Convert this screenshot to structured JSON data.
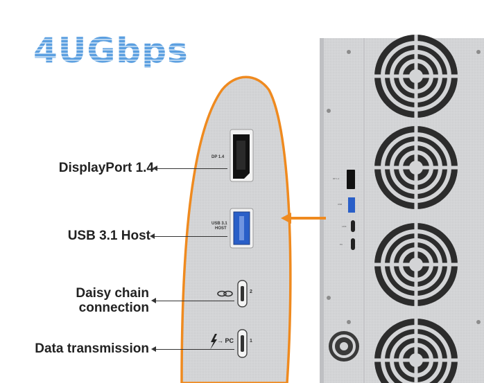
{
  "logo": {
    "text": "4UGbps"
  },
  "ports": [
    {
      "label": "DisplayPort 1.4",
      "engraving": "DP 1.4"
    },
    {
      "label": "USB 3.1 Host",
      "engraving_line1": "USB 3.1",
      "engraving_line2": "HOST"
    },
    {
      "label_line1": "Daisy chain",
      "label_line2": "connection",
      "engraving_number": "2"
    },
    {
      "label": "Data transmission",
      "engraving": "→ PC",
      "engraving_number": "1"
    }
  ],
  "panel": {
    "small_labels": [
      "DP 1.4",
      "USB",
      "LINK",
      "PC"
    ]
  },
  "colors": {
    "accent_orange": "#ef8a1f",
    "logo_blue": "#5b9fe0",
    "usb_blue": "#2a5fc8",
    "panel_gray": "#d6d7d9"
  },
  "icons": [
    "link-icon",
    "thunderbolt-icon",
    "arrow-left-icon",
    "fan-icon"
  ]
}
